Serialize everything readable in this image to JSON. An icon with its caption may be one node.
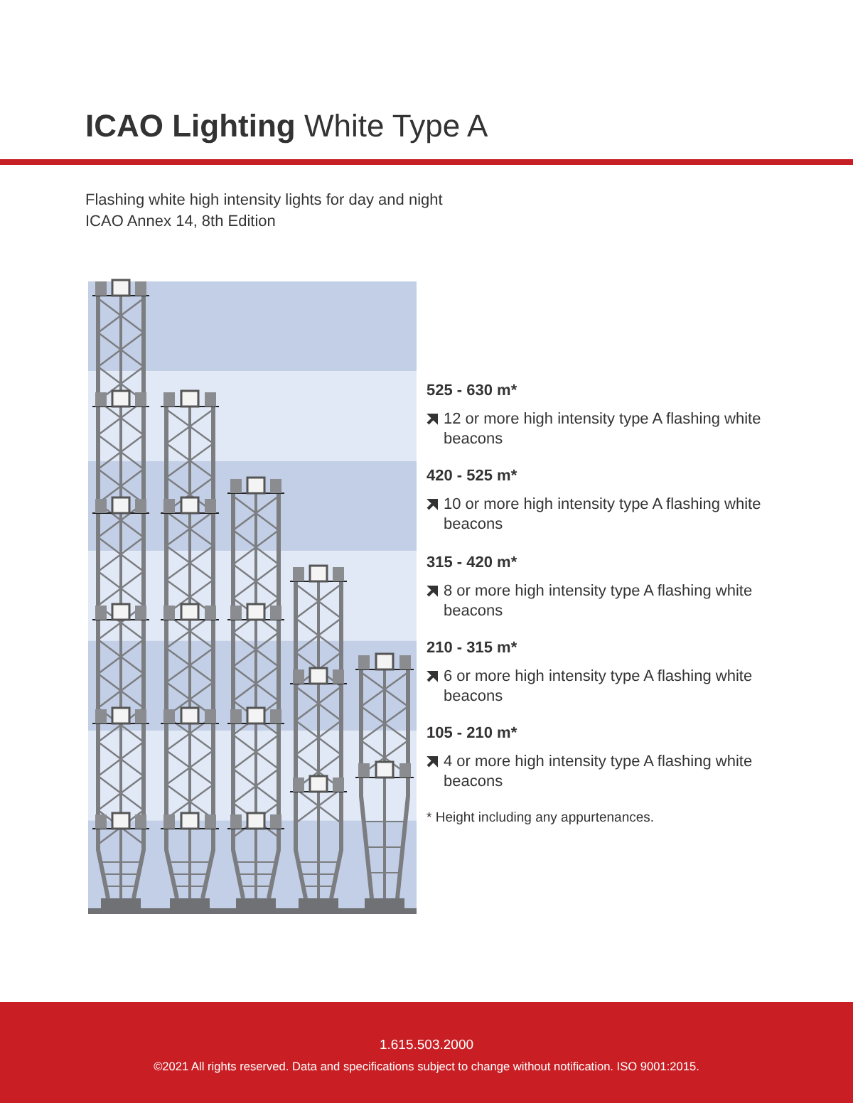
{
  "diagram": {
    "title": "**ICAO Lighting** White Type A",
    "labels": [
      "Flashing white high intensity lights for day and night",
      "ICAO Annex 14, 8th Edition",
      "525 - 630 m*",
      "12 or more high intensity type A flashing white beacons",
      "420 - 525 m*",
      "10 or more high intensity type A flashing white beacons",
      "315 - 420 m*",
      "8 or more high intensity type A flashing white beacons",
      "210 - 315 m*",
      "6 or more high intensity type A flashing white beacons",
      "105 - 210 m*",
      "4 or more high intensity type A flashing white beacons",
      "* Height including any appurtenances.",
      "1.615.503.2000",
      "©2021 All rights reserved. Data and specifications subject to change without notification. ISO 9001:2015."
    ]
  }
}
